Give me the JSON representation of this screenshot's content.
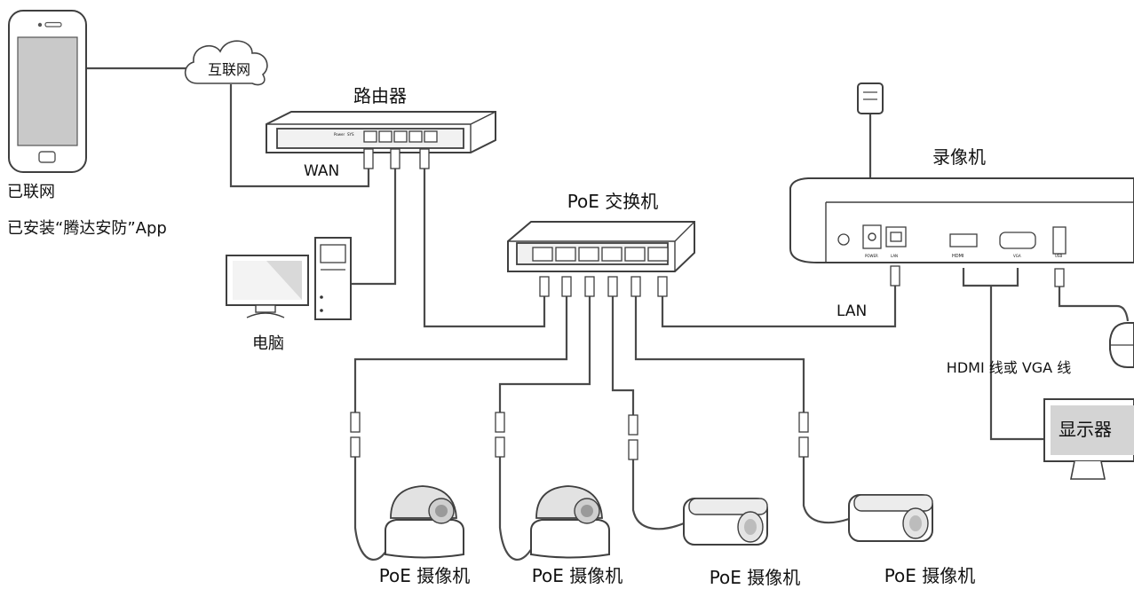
{
  "labels": {
    "internet": "互联网",
    "router": "路由器",
    "wan": "WAN",
    "phone_connected": "已联网",
    "phone_app": "已安装“腾达安防”App",
    "poe_switch": "PoE 交换机",
    "nvr": "录像机",
    "lan": "LAN",
    "pc": "电脑",
    "cable": "HDMI 线或 VGA 线",
    "monitor": "显示器",
    "camera_1": "PoE 摄像机",
    "camera_2": "PoE 摄像机",
    "camera_3": "PoE 摄像机",
    "camera_4": "PoE 摄像机"
  }
}
